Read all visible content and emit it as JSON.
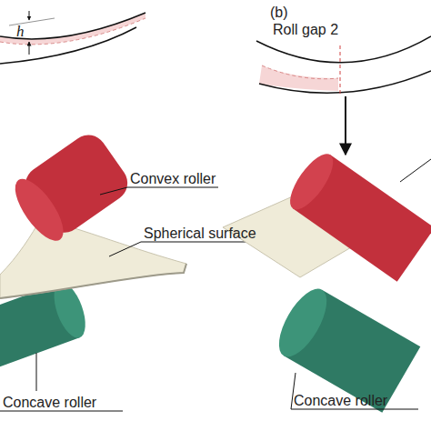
{
  "diagram": {
    "labels": [
      "h",
      "(b)",
      "Roll gap 2",
      "Convex roller",
      "Spherical surface",
      "Concave roller",
      "Concave roller"
    ]
  }
}
